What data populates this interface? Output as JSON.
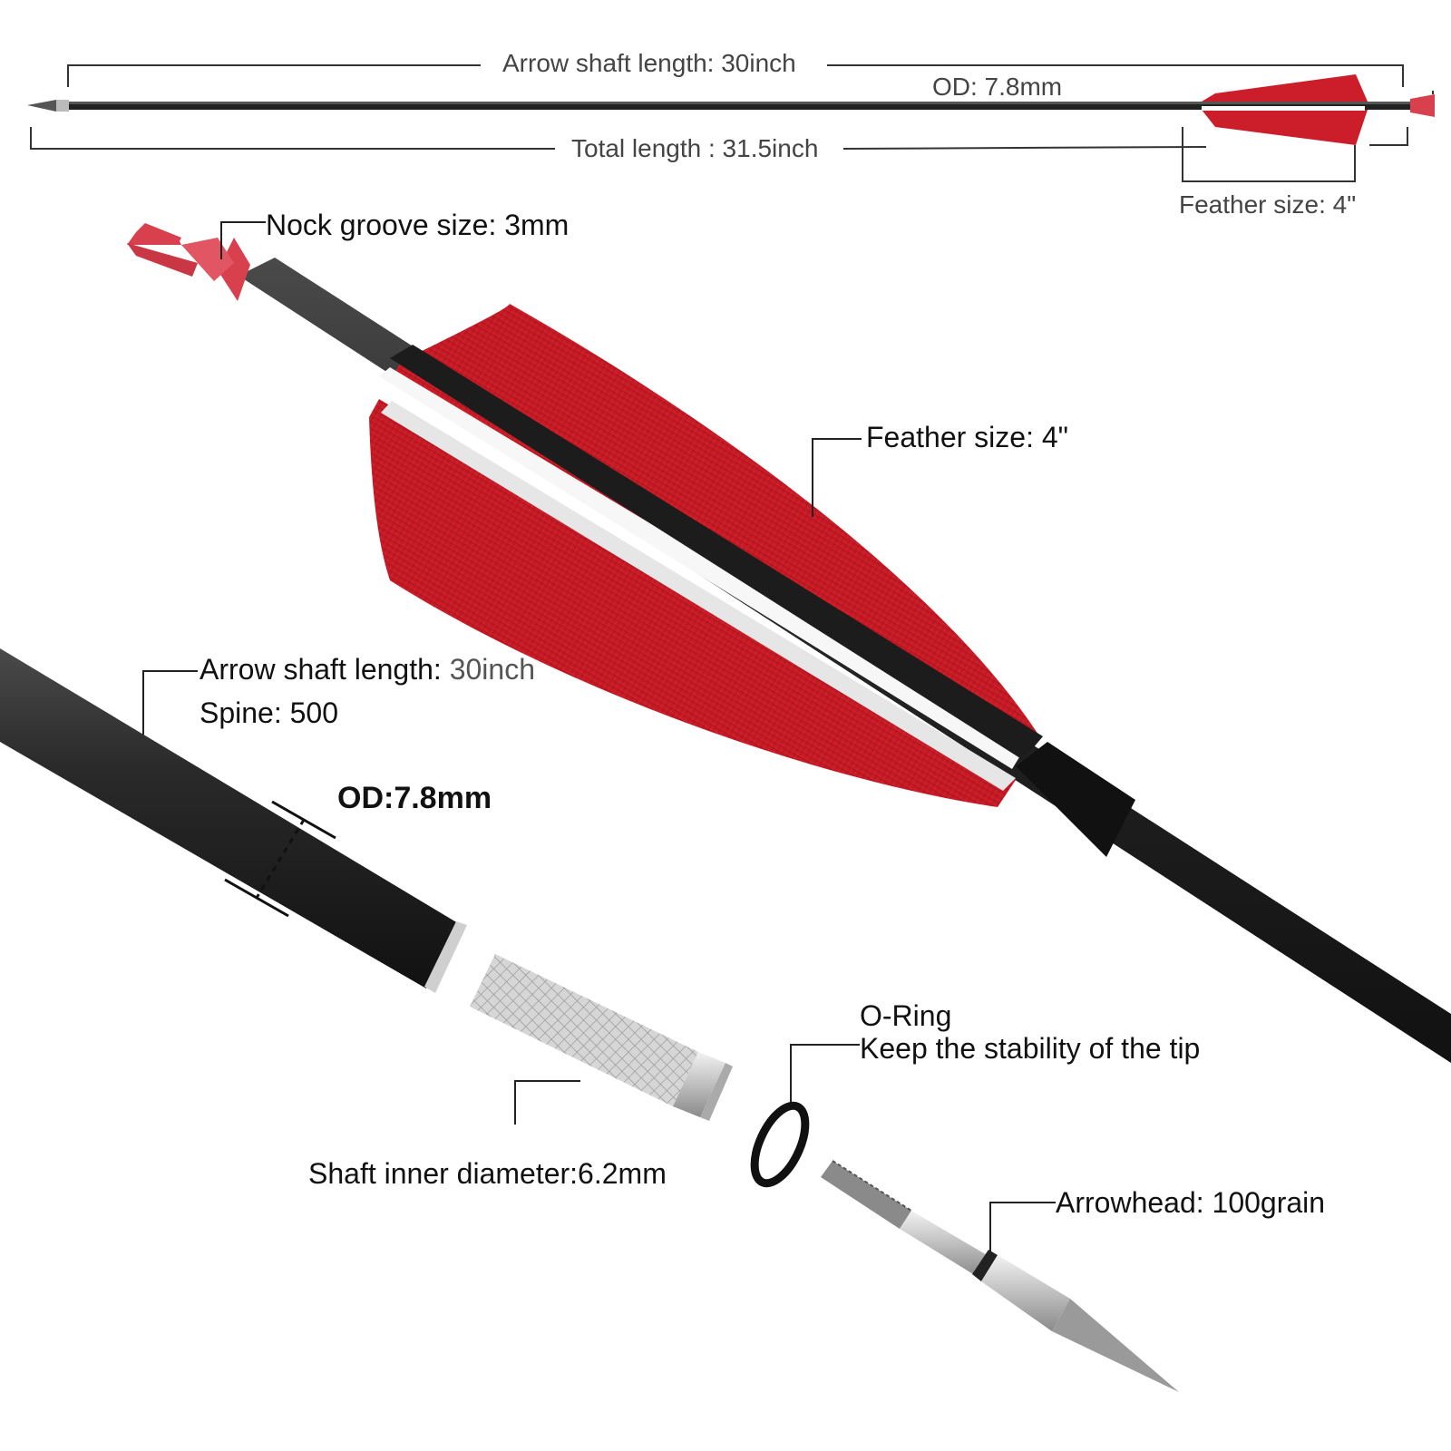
{
  "top_diagram": {
    "shaft_length_label": "Arrow shaft length: 30inch",
    "od_label": "OD: 7.8mm",
    "total_length_label": "Total length : 31.5inch",
    "feather_size_label": "Feather size: 4\""
  },
  "callouts": {
    "nock_groove": "Nock groove size: 3mm",
    "feather_size": "Feather size: 4\"",
    "shaft_length_prefix": "Arrow shaft length: ",
    "shaft_length_value": "30inch",
    "spine": "Spine: 500",
    "od": "OD:7.8mm",
    "o_ring_title": "O-Ring",
    "o_ring_desc": "Keep the stability of the tip",
    "inner_diameter": "Shaft inner diameter:6.2mm",
    "arrowhead": "Arrowhead: 100grain"
  },
  "colors": {
    "feather_red": "#cc1e2a",
    "shaft_black": "#1c1c1c",
    "nock_red": "#d9404e",
    "metal": "#c8c8c8"
  }
}
